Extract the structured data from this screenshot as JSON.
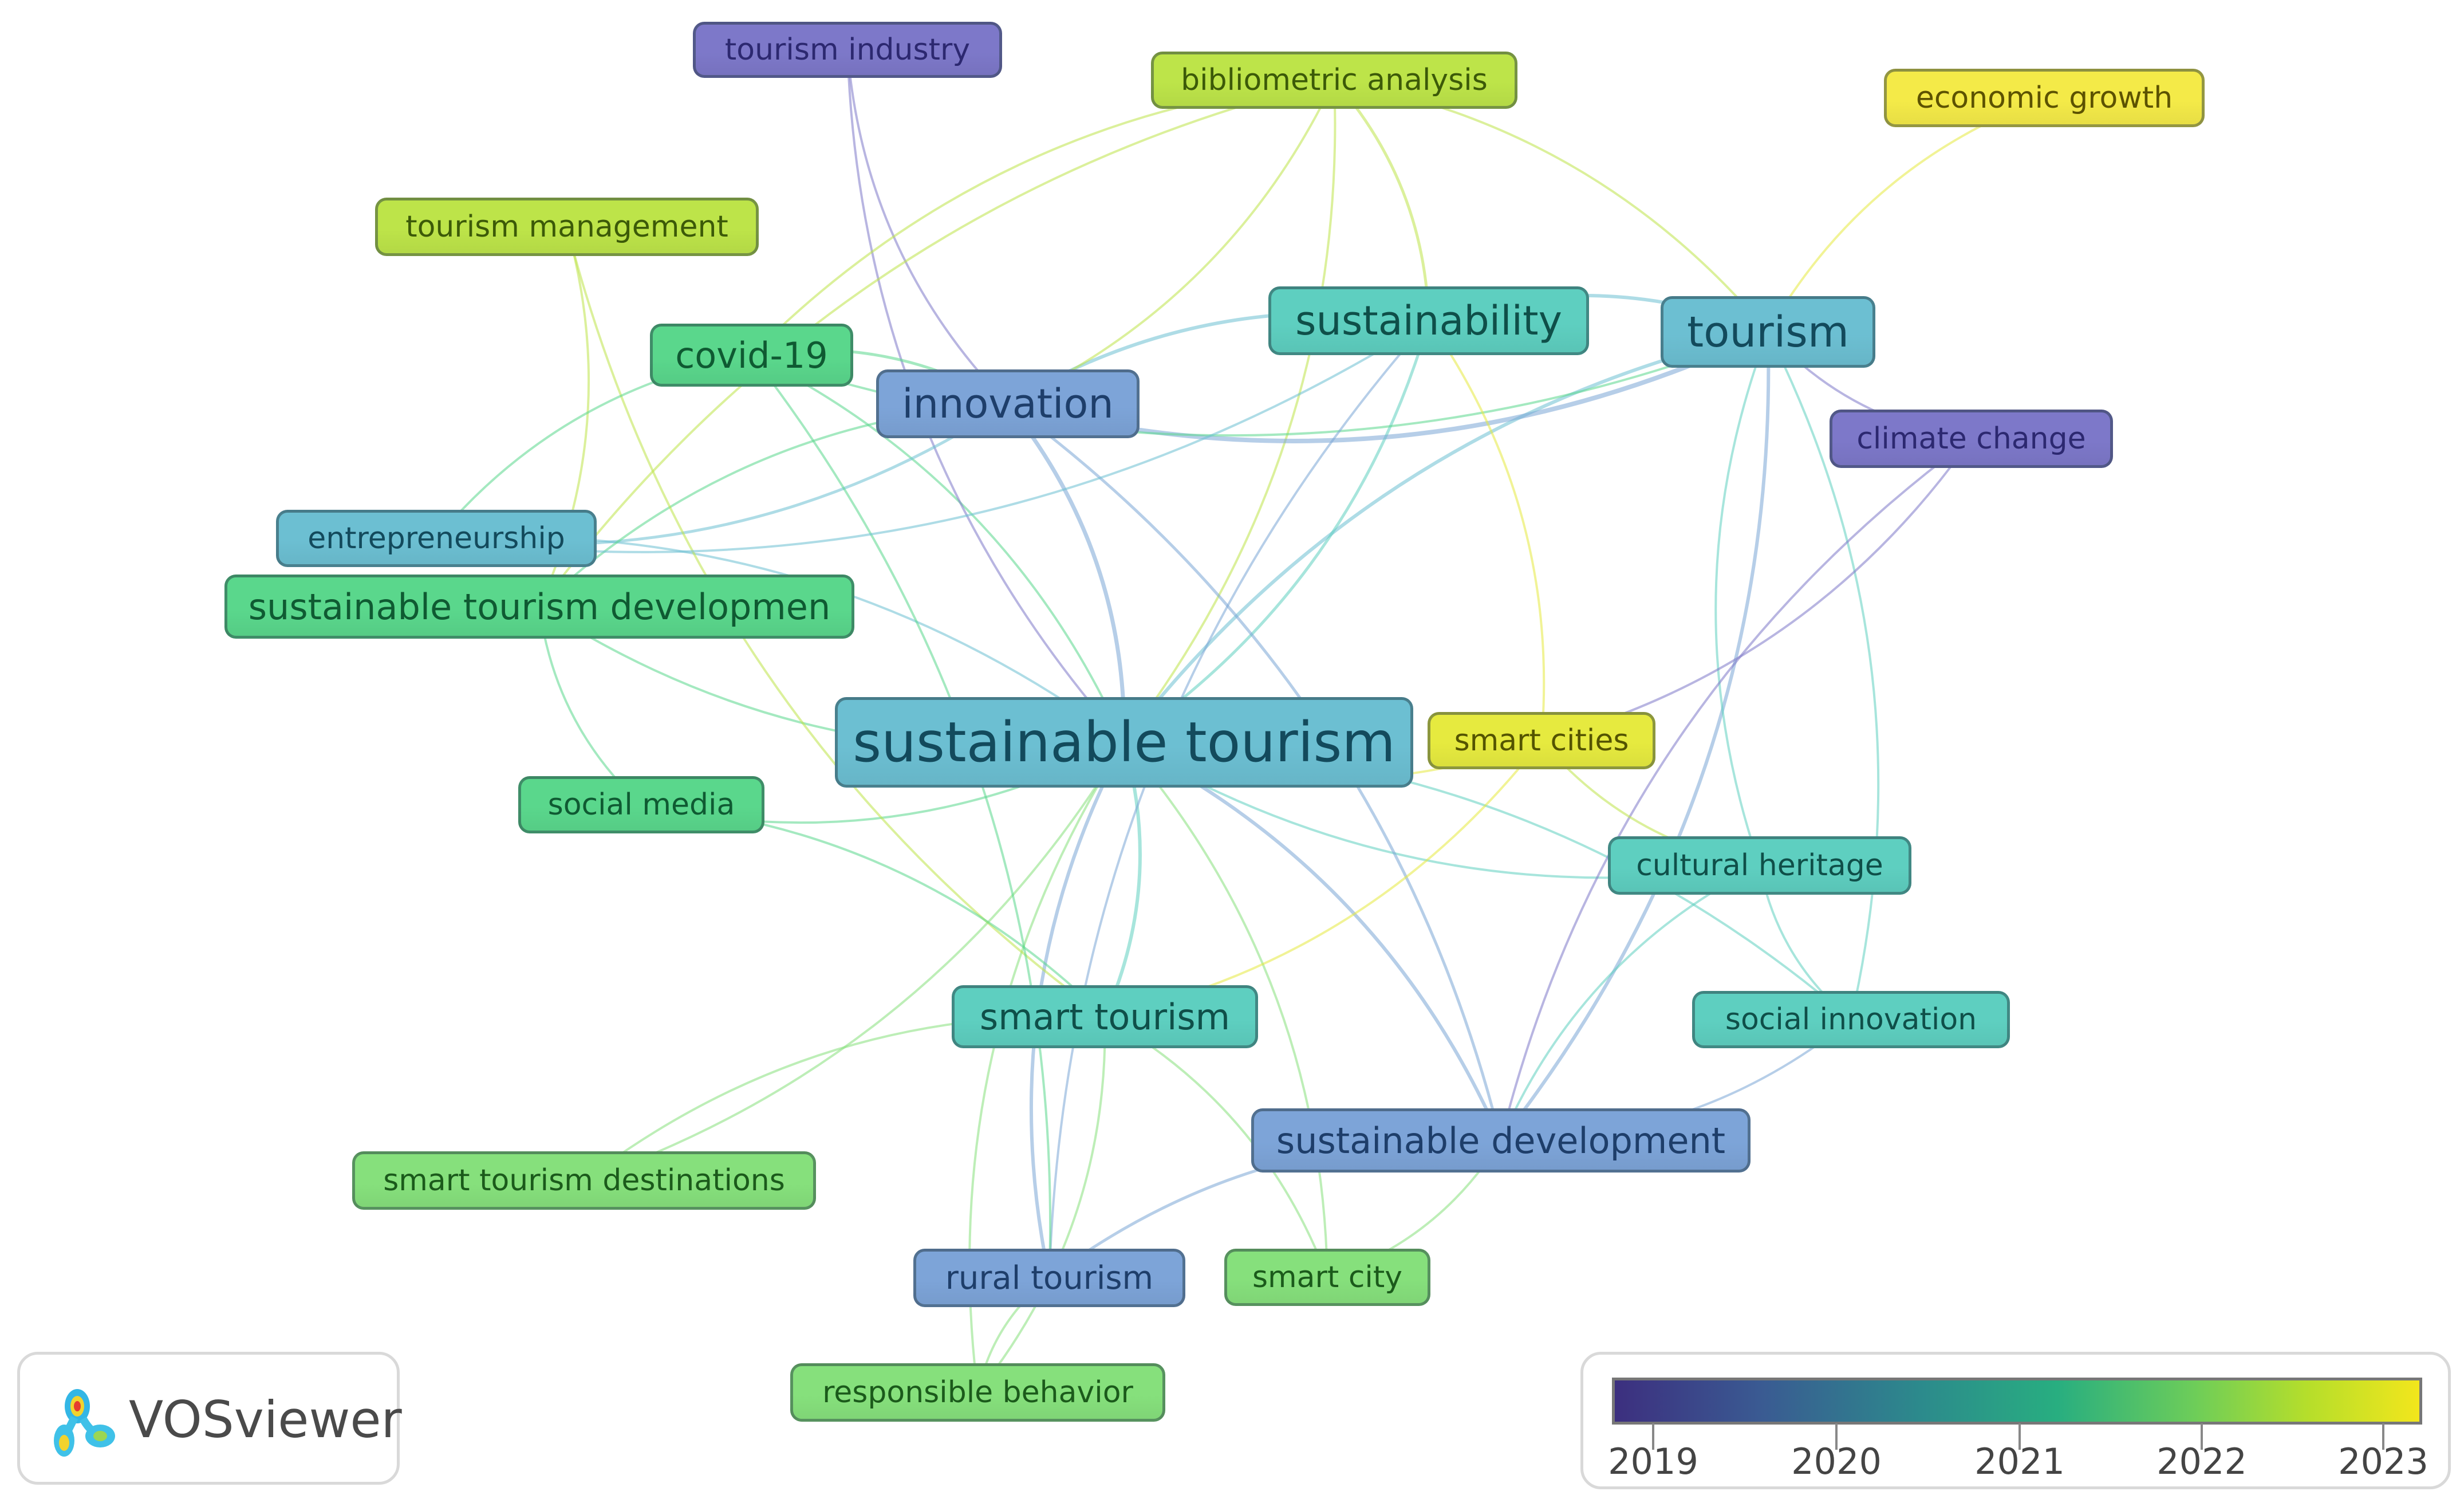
{
  "app": {
    "logo_text": "VOSviewer",
    "scale_labels": [
      "2019",
      "2020",
      "2021",
      "2022",
      "2023"
    ]
  },
  "colors": {
    "purple": "#7d78c9",
    "blue": "#7da4d8",
    "teal_blue": "#6cbfd2",
    "teal": "#5ecfc0",
    "green": "#5ad78c",
    "light_green": "#86e07c",
    "yellow_green": "#bde449",
    "yellow": "#e6ea3f",
    "bright_yellow": "#f4ea48"
  },
  "nodes": [
    {
      "id": "tourism_industry",
      "label": "tourism industry",
      "color": "purple"
    },
    {
      "id": "bibliometric_analysis",
      "label": "bibliometric analysis",
      "color": "yellow_green"
    },
    {
      "id": "economic_growth",
      "label": "economic growth",
      "color": "bright_yellow"
    },
    {
      "id": "tourism_management",
      "label": "tourism management",
      "color": "yellow_green"
    },
    {
      "id": "covid19",
      "label": "covid-19",
      "color": "green"
    },
    {
      "id": "innovation",
      "label": "innovation",
      "color": "blue"
    },
    {
      "id": "sustainability",
      "label": "sustainability",
      "color": "teal"
    },
    {
      "id": "tourism",
      "label": "tourism",
      "color": "teal_blue"
    },
    {
      "id": "climate_change",
      "label": "climate change",
      "color": "purple"
    },
    {
      "id": "entrepreneurship",
      "label": "entrepreneurship",
      "color": "teal_blue"
    },
    {
      "id": "std",
      "label": "sustainable tourism developmen",
      "color": "green"
    },
    {
      "id": "sustainable_tourism",
      "label": "sustainable tourism",
      "color": "teal_blue"
    },
    {
      "id": "smart_cities",
      "label": "smart cities",
      "color": "yellow"
    },
    {
      "id": "social_media",
      "label": "social media",
      "color": "green"
    },
    {
      "id": "cultural_heritage",
      "label": "cultural heritage",
      "color": "teal"
    },
    {
      "id": "smart_tourism",
      "label": "smart tourism",
      "color": "teal"
    },
    {
      "id": "social_innovation",
      "label": "social innovation",
      "color": "teal"
    },
    {
      "id": "sustainable_development",
      "label": "sustainable development",
      "color": "blue"
    },
    {
      "id": "smart_tourism_destinations",
      "label": "smart tourism destinations",
      "color": "light_green"
    },
    {
      "id": "rural_tourism",
      "label": "rural tourism",
      "color": "blue"
    },
    {
      "id": "smart_city",
      "label": "smart city",
      "color": "light_green"
    },
    {
      "id": "responsible_behavior",
      "label": "responsible behavior",
      "color": "light_green"
    }
  ]
}
